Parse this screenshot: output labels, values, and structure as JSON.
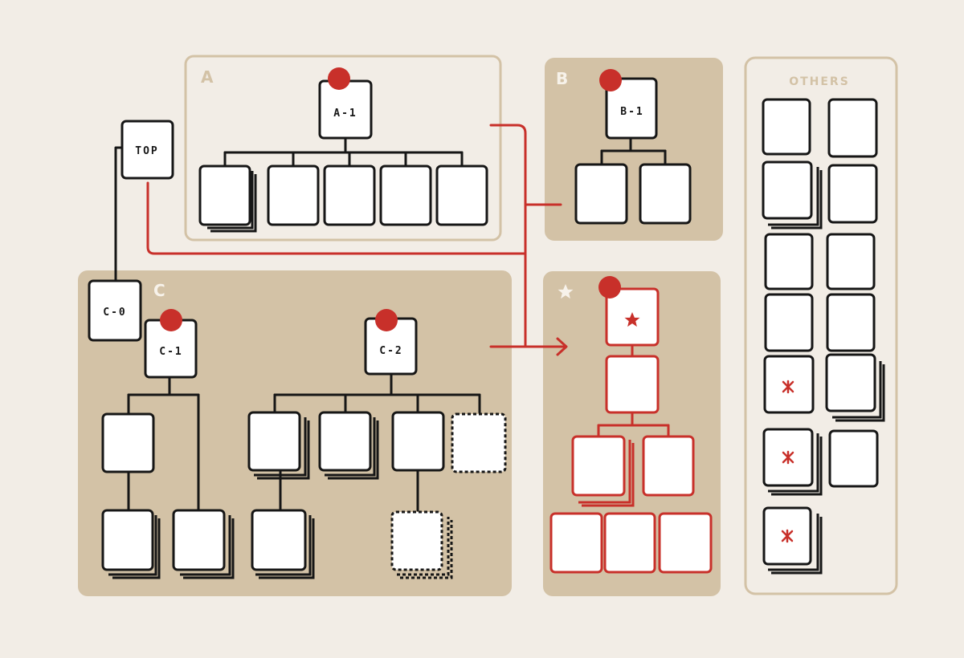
{
  "colors": {
    "background": "#f2ede6",
    "group_fill": "#d3c2a6",
    "group_outline": "#d3c2a6",
    "group_label": "#f7f2ea",
    "ink": "#161616",
    "accent": "#c8302a",
    "card_fill": "#ffffff"
  },
  "groups": {
    "a": {
      "label": "A"
    },
    "b": {
      "label": "B"
    },
    "c": {
      "label": "C"
    },
    "featured": {
      "icon": "star-icon"
    },
    "others": {
      "label": "OTHERS"
    }
  },
  "nodes": {
    "top": {
      "label": "TOP"
    },
    "a1": {
      "label": "A-1"
    },
    "b1": {
      "label": "B-1"
    },
    "c0": {
      "label": "C-0"
    },
    "c1": {
      "label": "C-1"
    },
    "c2": {
      "label": "C-2"
    },
    "featured_root": {
      "icon": "star-icon"
    }
  },
  "markers": {
    "others": {
      "icon": "asterisk-icon"
    }
  }
}
